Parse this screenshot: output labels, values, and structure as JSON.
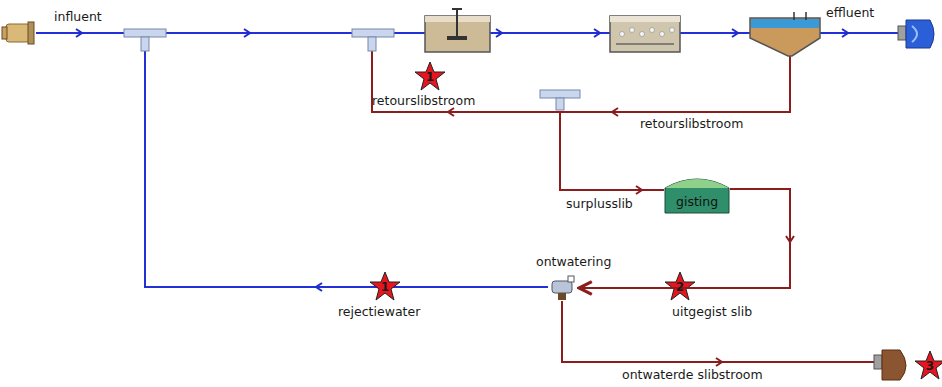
{
  "diagram": {
    "nodes": [
      {
        "text": [
          "influent"
        ]
      },
      {
        "text": [
          "effluent"
        ]
      },
      {
        "text": [
          "gisting"
        ]
      },
      {
        "text": [
          "ontwatering"
        ]
      }
    ],
    "edges": [
      {
        "from": 2,
        "to": 3,
        "arrow": "to",
        "label": "uitgegist slib"
      }
    ],
    "labels": [
      "1",
      "retourslibstroom",
      "retourslibstroom",
      "surplusslib",
      "1",
      "rejectiewater",
      "2",
      "3",
      "ontwaterde slibstroom"
    ]
  }
}
